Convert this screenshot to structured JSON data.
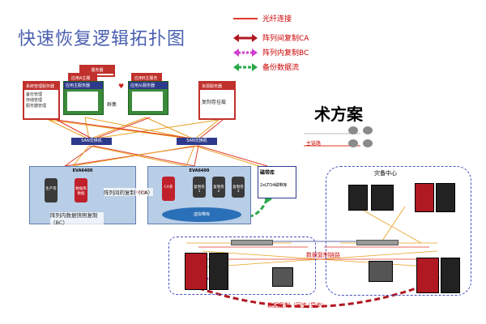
{
  "title": "快速恢复逻辑拓扑图",
  "subtitle": "术方案",
  "legend": {
    "fiber": "光纤连接",
    "array_ca": "阵列间复制CA",
    "array_bc": "阵列内复制BC",
    "backup": "备份数据流"
  },
  "servers": {
    "sys_mgmt": {
      "title": "系统管理服务器",
      "lines": [
        "备份管理",
        "存储管理",
        "服务器管理"
      ]
    },
    "top_server": "服务器",
    "app_a": "应用A主服务器",
    "app_b": "应用B主服务器",
    "app_main": "应用主服务器",
    "app_sub": "应用从服务器",
    "resource": {
      "title": "资源服务器",
      "body": "复制卷挂载"
    },
    "cluster_label": "群集"
  },
  "san": {
    "left": "SAN交换机",
    "right": "SAN交换机"
  },
  "eva_left": {
    "title": "EVA6400",
    "disk1": "生产卷",
    "disk2": "数据库数据"
  },
  "eva_right": {
    "title": "EVA6400",
    "disk_ca": "CA卷",
    "disk_r1": "复制卷1",
    "disk_r2": "复制卷2",
    "disk_r3": "复制卷3",
    "vdisk": "虚拟带库"
  },
  "tape": {
    "title": "磁带库",
    "body": "2xLTO4磁带库"
  },
  "annotations": {
    "ca": "阵列间的复制（CA）",
    "bc": "阵列内数据快照复制（BC）"
  },
  "network": {
    "link_label": "主链路",
    "dr_center": "灾备中心",
    "data_copy": "数据复制链路",
    "sync": "数据复制（同步/异步）"
  },
  "colors": {
    "title": "#4a5fb0",
    "red": "#c0302c",
    "orange": "#e8a020",
    "pink": "#d040d0",
    "green": "#2aa84a",
    "navy": "#2d3a8c"
  }
}
